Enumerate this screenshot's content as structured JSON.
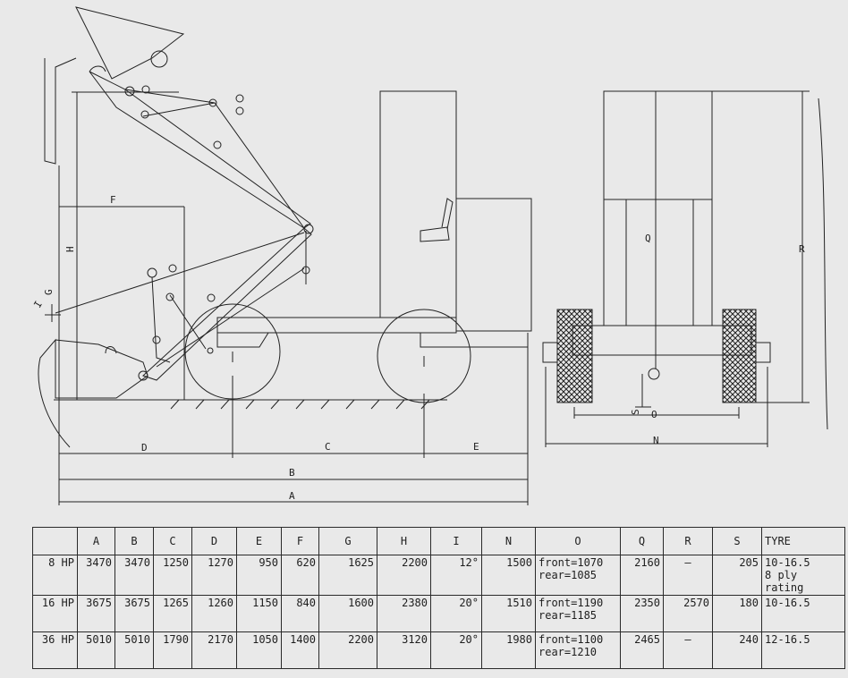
{
  "drawing": {
    "dimension_labels": {
      "F": "F",
      "H": "H",
      "G": "G",
      "I": "I",
      "D": "D",
      "C": "C",
      "E": "E",
      "B": "B",
      "A": "A",
      "Q": "Q",
      "R": "R",
      "S": "S",
      "O": "O",
      "N": "N"
    }
  },
  "table": {
    "headers": [
      "",
      "A",
      "B",
      "C",
      "D",
      "E",
      "F",
      "G",
      "H",
      "I",
      "N",
      "O",
      "Q",
      "R",
      "S",
      "TYRE"
    ],
    "rows": [
      {
        "model": "8  HP",
        "A": "3470",
        "B": "3470",
        "C": "1250",
        "D": "1270",
        "E": "950",
        "F": "620",
        "G": "1625",
        "H": "2200",
        "I": "12°",
        "N": "1500",
        "O": "front=1070\nrear=1085",
        "Q": "2160",
        "R": "–",
        "S": "205",
        "TYRE": "10-16.5\n8 ply rating"
      },
      {
        "model": "16  HP",
        "A": "3675",
        "B": "3675",
        "C": "1265",
        "D": "1260",
        "E": "1150",
        "F": "840",
        "G": "1600",
        "H": "2380",
        "I": "20°",
        "N": "1510",
        "O": "front=1190\nrear=1185",
        "Q": "2350",
        "R": "2570",
        "S": "180",
        "TYRE": "10-16.5"
      },
      {
        "model": "36  HP",
        "A": "5010",
        "B": "5010",
        "C": "1790",
        "D": "2170",
        "E": "1050",
        "F": "1400",
        "G": "2200",
        "H": "3120",
        "I": "20°",
        "N": "1980",
        "O": "front=1100\nrear=1210",
        "Q": "2465",
        "R": "–",
        "S": "240",
        "TYRE": "12-16.5"
      }
    ]
  }
}
